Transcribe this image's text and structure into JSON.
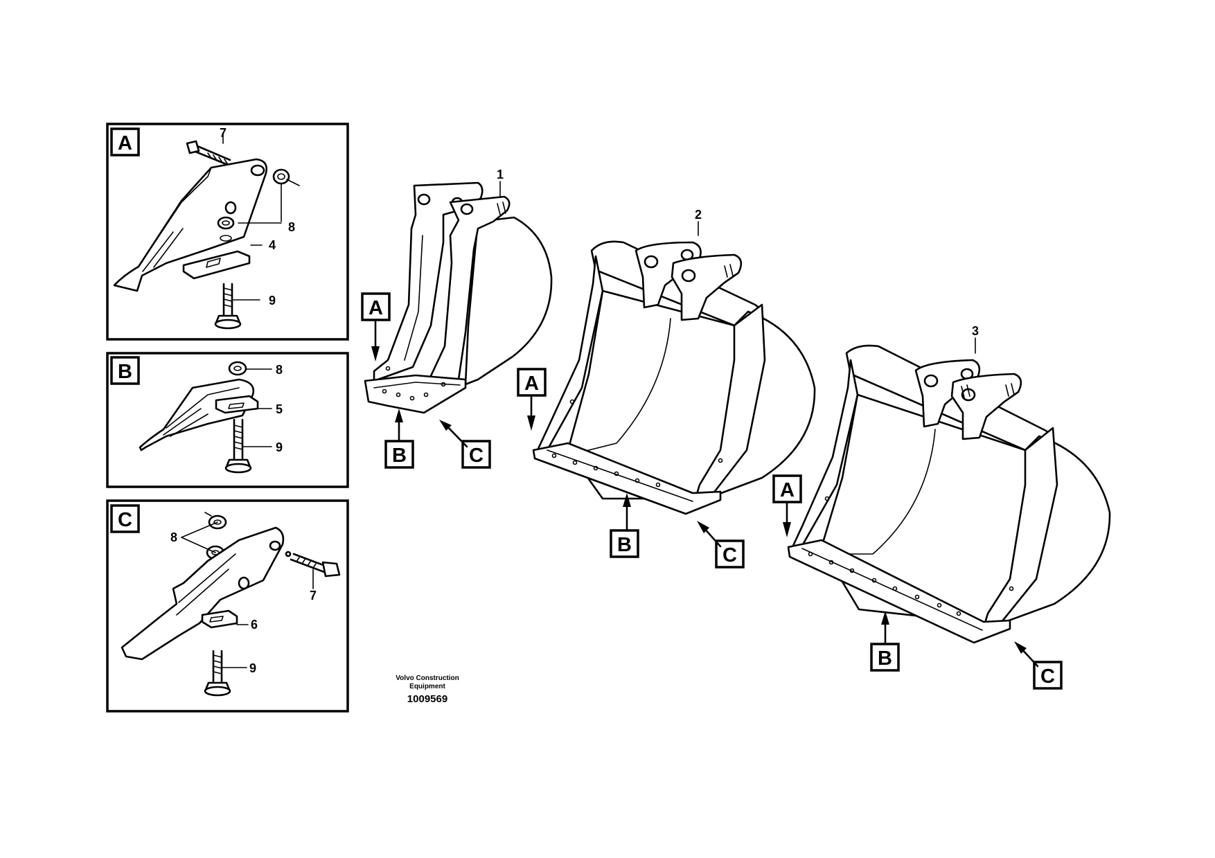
{
  "panels": [
    {
      "letter": "A",
      "parts": [
        "7",
        "8",
        "4",
        "9"
      ]
    },
    {
      "letter": "B",
      "parts": [
        "8",
        "5",
        "9"
      ]
    },
    {
      "letter": "C",
      "parts": [
        "8",
        "7",
        "6",
        "9"
      ]
    }
  ],
  "buckets": [
    {
      "number": "1",
      "callouts": [
        "A",
        "B",
        "C"
      ]
    },
    {
      "number": "2",
      "callouts": [
        "A",
        "B",
        "C"
      ]
    },
    {
      "number": "3",
      "callouts": [
        "A",
        "B",
        "C"
      ]
    }
  ],
  "footer": {
    "company_line1": "Volvo Construction",
    "company_line2": "Equipment",
    "drawing_number": "1009569"
  }
}
